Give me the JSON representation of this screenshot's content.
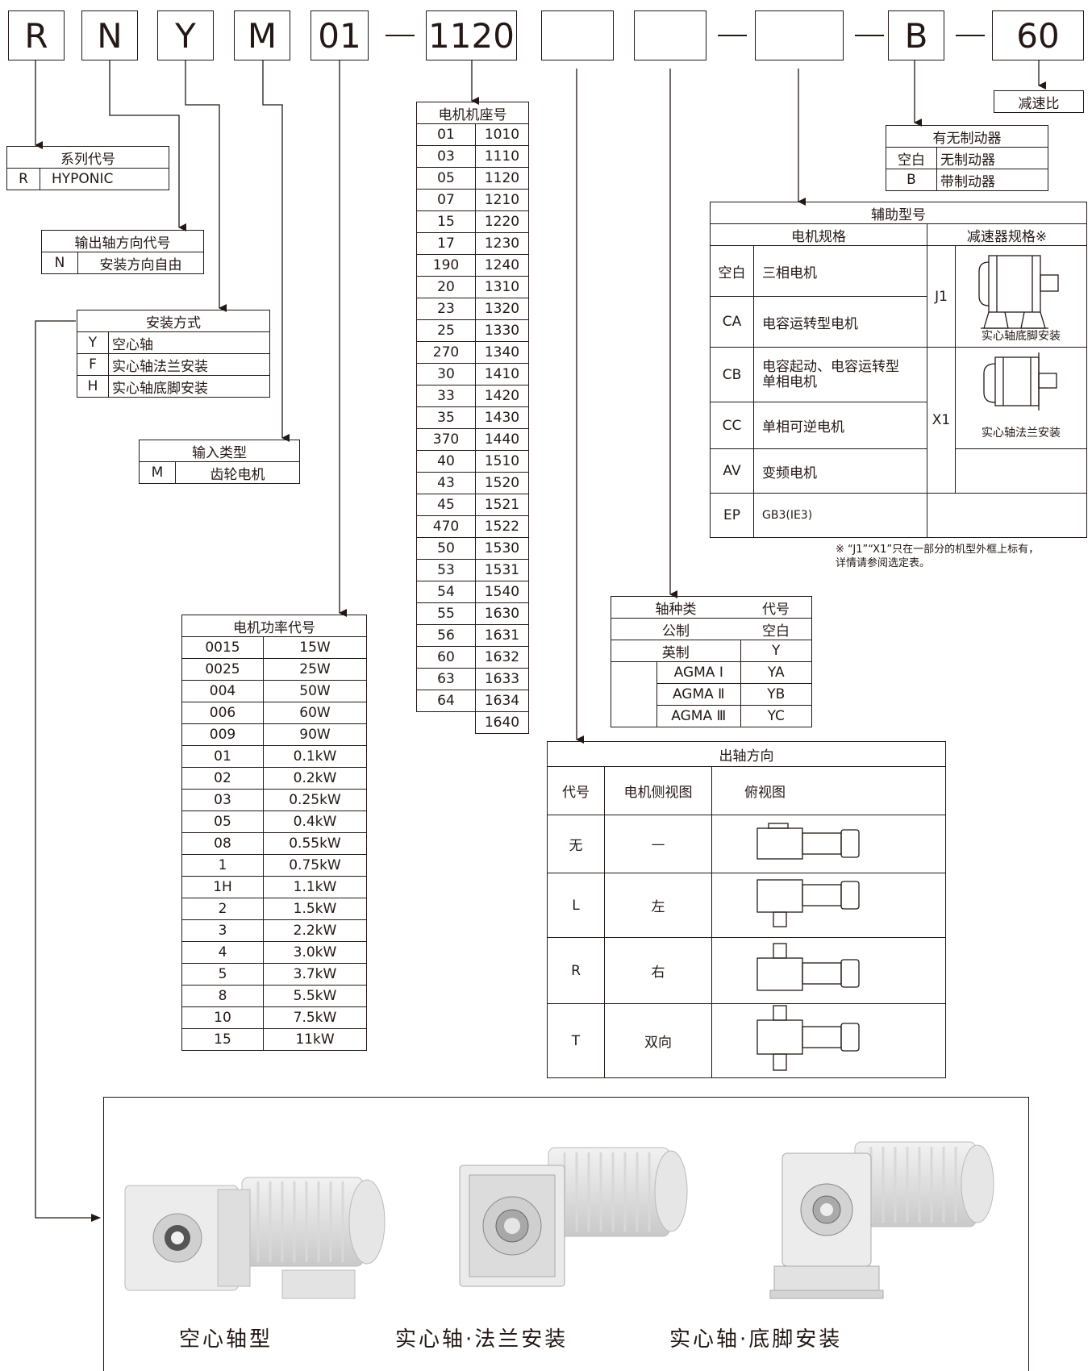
{
  "model_code": {
    "boxes": [
      "R",
      "N",
      "Y",
      "M",
      "01",
      "1120",
      "",
      "",
      "",
      "B",
      "60"
    ]
  },
  "reduction_ratio": {
    "label": "减速比"
  },
  "series": {
    "title": "系列代号",
    "rows": [
      [
        "R",
        "HYPONIC"
      ]
    ]
  },
  "output_shaft": {
    "title": "输出轴方向代号",
    "rows": [
      [
        "N",
        "安装方向自由"
      ]
    ]
  },
  "mounting": {
    "title": "安装方式",
    "rows": [
      [
        "Y",
        "空心轴"
      ],
      [
        "F",
        "实心轴法兰安装"
      ],
      [
        "H",
        "实心轴底脚安装"
      ]
    ]
  },
  "input_type": {
    "title": "输入类型",
    "rows": [
      [
        "M",
        "齿轮电机"
      ]
    ]
  },
  "motor_power": {
    "title": "电机功率代号",
    "rows": [
      [
        "0015",
        "15W"
      ],
      [
        "0025",
        "25W"
      ],
      [
        "004",
        "50W"
      ],
      [
        "006",
        "60W"
      ],
      [
        "009",
        "90W"
      ],
      [
        "01",
        "0.1kW"
      ],
      [
        "02",
        "0.2kW"
      ],
      [
        "03",
        "0.25kW"
      ],
      [
        "05",
        "0.4kW"
      ],
      [
        "08",
        "0.55kW"
      ],
      [
        "1",
        "0.75kW"
      ],
      [
        "1H",
        "1.1kW"
      ],
      [
        "2",
        "1.5kW"
      ],
      [
        "3",
        "2.2kW"
      ],
      [
        "4",
        "3.0kW"
      ],
      [
        "5",
        "3.7kW"
      ],
      [
        "8",
        "5.5kW"
      ],
      [
        "10",
        "7.5kW"
      ],
      [
        "15",
        "11kW"
      ]
    ]
  },
  "frame": {
    "title": "电机机座号",
    "rows": [
      [
        "01",
        "1010"
      ],
      [
        "03",
        "1110"
      ],
      [
        "05",
        "1120"
      ],
      [
        "07",
        "1210"
      ],
      [
        "15",
        "1220"
      ],
      [
        "17",
        "1230"
      ],
      [
        "190",
        "1240"
      ],
      [
        "20",
        "1310"
      ],
      [
        "23",
        "1320"
      ],
      [
        "25",
        "1330"
      ],
      [
        "270",
        "1340"
      ],
      [
        "30",
        "1410"
      ],
      [
        "33",
        "1420"
      ],
      [
        "35",
        "1430"
      ],
      [
        "370",
        "1440"
      ],
      [
        "40",
        "1510"
      ],
      [
        "43",
        "1520"
      ],
      [
        "45",
        "1521"
      ],
      [
        "470",
        "1522"
      ],
      [
        "50",
        "1530"
      ],
      [
        "53",
        "1531"
      ],
      [
        "54",
        "1540"
      ],
      [
        "55",
        "1630"
      ],
      [
        "56",
        "1631"
      ],
      [
        "60",
        "1632"
      ],
      [
        "63",
        "1633"
      ],
      [
        "64",
        "1634"
      ],
      [
        "",
        "1640"
      ]
    ]
  },
  "brake": {
    "title": "有无制动器",
    "rows": [
      [
        "空白",
        "无制动器"
      ],
      [
        "B",
        "带制动器"
      ]
    ]
  },
  "aux": {
    "title": "辅助型号",
    "motor_spec": "电机规格",
    "reducer_spec": "减速器规格※",
    "rows": [
      [
        "空白",
        "三相电机"
      ],
      [
        "CA",
        "电容运转型电机"
      ],
      [
        "CB",
        "电容起动、电容运转型\n单相电机"
      ],
      [
        "CC",
        "单相可逆电机"
      ],
      [
        "AV",
        "变频电机"
      ],
      [
        "EP",
        "GB3(IE3)"
      ]
    ],
    "j1": "J1",
    "x1": "X1",
    "j1_caption": "实心轴底脚安装",
    "x1_caption": "实心轴法兰安装",
    "footnote": "※ “J1”“X1”只在一部分的机型外框上标有，\n详情请参阅选定表。"
  },
  "shaft_type": {
    "header_kind": "轴种类",
    "header_code": "代号",
    "metric": "公制",
    "metric_code": "空白",
    "imperial": "英制",
    "imperial_code": "Y",
    "rows": [
      [
        "AGMA Ⅰ",
        "YA"
      ],
      [
        "AGMA Ⅱ",
        "YB"
      ],
      [
        "AGMA Ⅲ",
        "YC"
      ]
    ]
  },
  "output_direction": {
    "title": "出轴方向",
    "col_code": "代号",
    "col_side": "电机侧视图",
    "col_top": "俯视图",
    "rows": [
      [
        "无",
        "—"
      ],
      [
        "L",
        "左"
      ],
      [
        "R",
        "右"
      ],
      [
        "T",
        "双向"
      ]
    ]
  },
  "products": {
    "captions": [
      "空心轴型",
      "实心轴·法兰安装",
      "实心轴·底脚安装"
    ]
  }
}
